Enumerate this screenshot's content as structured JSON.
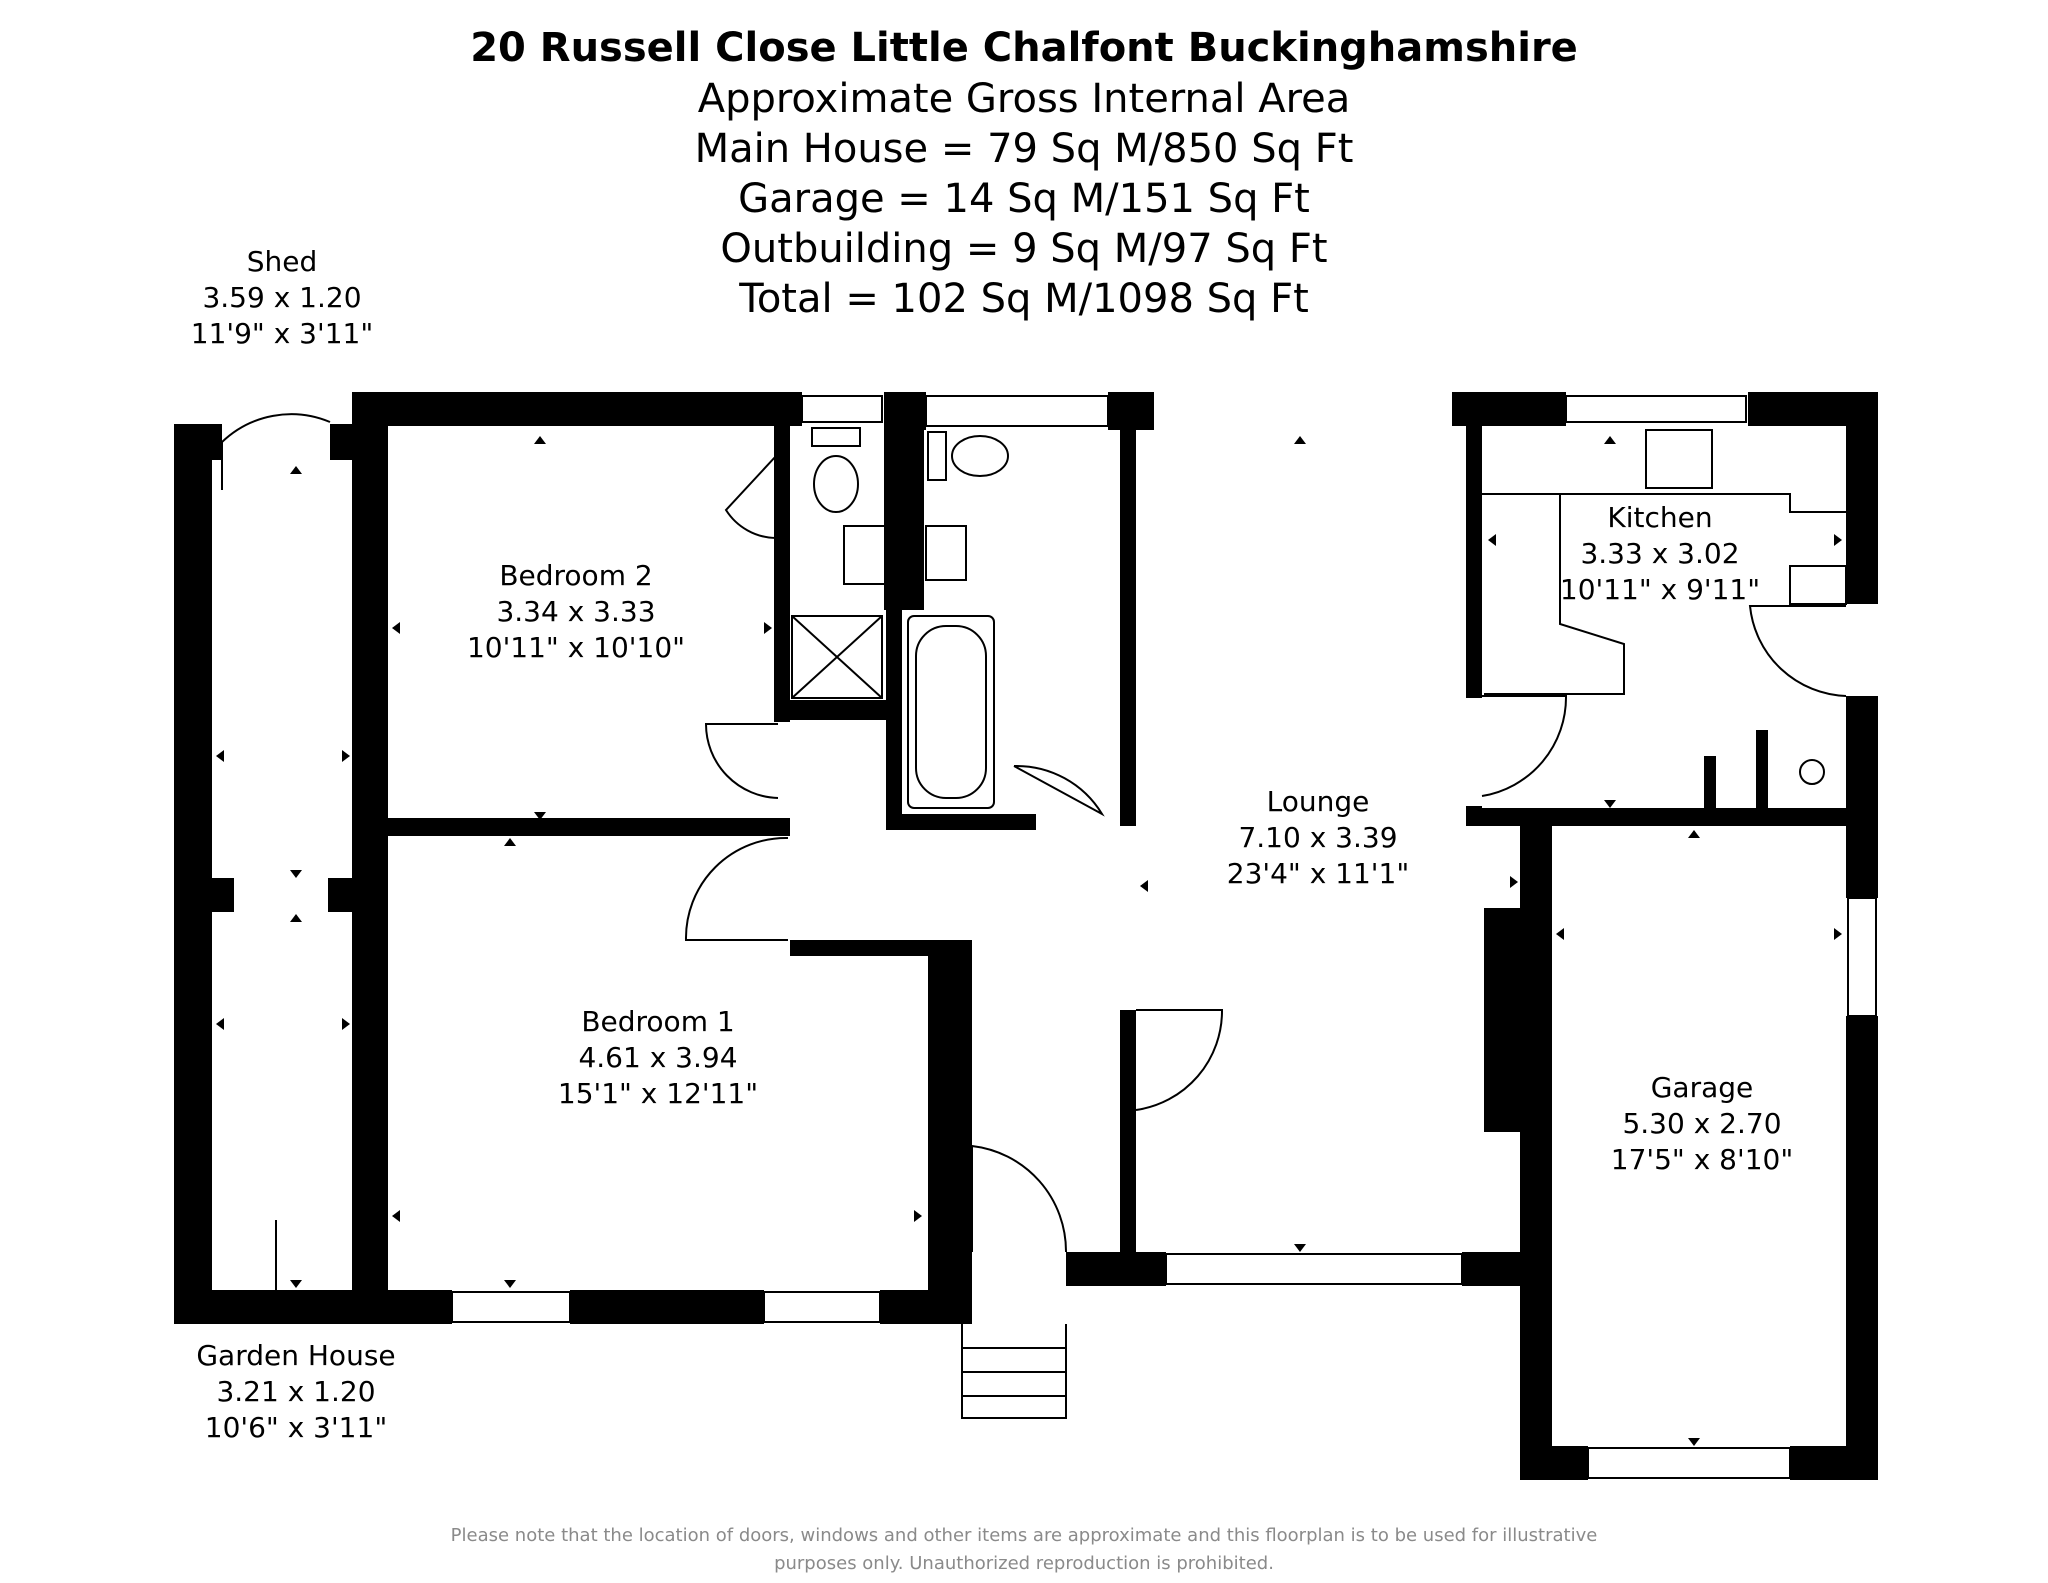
{
  "header": {
    "title": "20 Russell Close Little Chalfont Buckinghamshire",
    "subtitle": "Approximate Gross Internal Area",
    "areas": [
      "Main House = 79 Sq M/850 Sq Ft",
      "Garage = 14 Sq M/151 Sq Ft",
      "Outbuilding = 9 Sq M/97 Sq Ft",
      "Total = 102 Sq M/1098 Sq Ft"
    ]
  },
  "rooms": {
    "shed": {
      "name": "Shed",
      "metric": "3.59 x  1.20",
      "imperial": "11'9\" x 3'11\""
    },
    "garden_house": {
      "name": "Garden House",
      "metric": "3.21 x  1.20",
      "imperial": "10'6\" x 3'11\""
    },
    "bedroom2": {
      "name": "Bedroom 2",
      "metric": "3.34 x  3.33",
      "imperial": "10'11\" x 10'10\""
    },
    "bedroom1": {
      "name": "Bedroom 1",
      "metric": "4.61 x 3.94",
      "imperial": "15'1\" x 12'11\""
    },
    "lounge": {
      "name": "Lounge",
      "metric": "7.10 x 3.39",
      "imperial": "23'4\" x 11'1\""
    },
    "kitchen": {
      "name": "Kitchen",
      "metric": "3.33 x 3.02",
      "imperial": "10'11\" x 9'11\""
    },
    "garage": {
      "name": "Garage",
      "metric": "5.30 x 2.70",
      "imperial": "17'5\" x 8'10\""
    }
  },
  "footer": {
    "line1": "Please note that the location of doors, windows and other items are approximate and this floorplan is to be used for illustrative",
    "line2": "purposes only. Unauthorized reproduction is prohibited."
  }
}
